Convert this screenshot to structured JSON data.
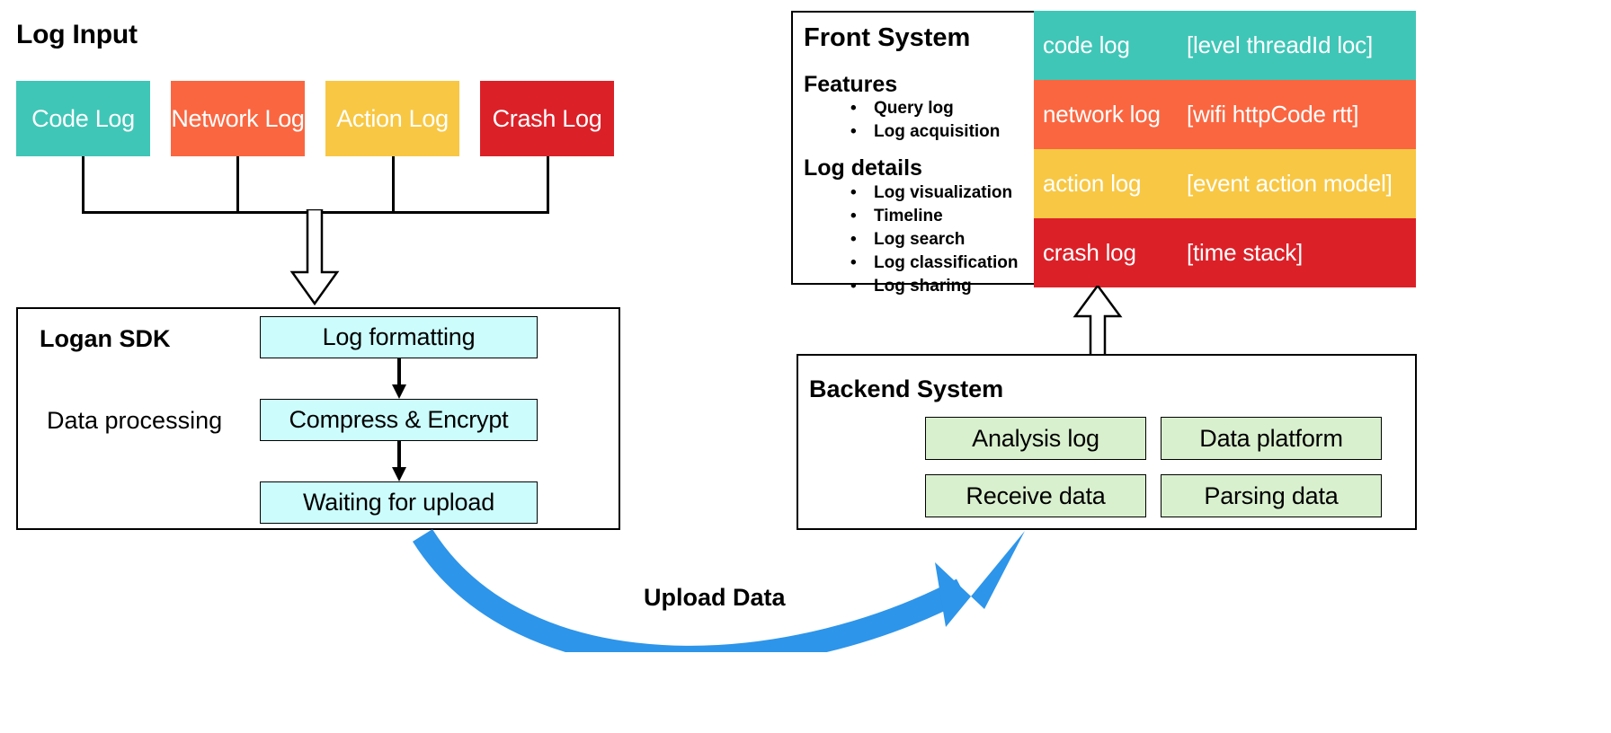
{
  "log_input": {
    "title": "Log Input",
    "chips": [
      {
        "label": "Code Log",
        "color": "#3fc6b7"
      },
      {
        "label": "Network Log",
        "color": "#fa6640"
      },
      {
        "label": "Action Log",
        "color": "#f8c743"
      },
      {
        "label": "Crash Log",
        "color": "#dc2028"
      }
    ]
  },
  "logan_sdk": {
    "title": "Logan SDK",
    "side_label": "Data processing",
    "steps": [
      {
        "label": "Log formatting"
      },
      {
        "label": "Compress & Encrypt"
      },
      {
        "label": "Waiting for upload"
      }
    ]
  },
  "front_system": {
    "title": "Front System",
    "sections": [
      {
        "heading": "Features",
        "items": [
          "Query log",
          "Log acquisition"
        ]
      },
      {
        "heading": "Log details",
        "items": [
          "Log visualization",
          "Timeline",
          "Log search",
          "Log classification",
          "Log sharing"
        ]
      }
    ],
    "log_rows": [
      {
        "name": "code log",
        "tag": "[level threadId loc]",
        "color": "#3fc6b7"
      },
      {
        "name": "network log",
        "tag": "[wifi httpCode rtt]",
        "color": "#fa6640"
      },
      {
        "name": "action log",
        "tag": "[event action model]",
        "color": "#f8c743"
      },
      {
        "name": "crash log",
        "tag": "[time stack]",
        "color": "#dc2028"
      }
    ]
  },
  "backend_system": {
    "title": "Backend System",
    "boxes": [
      {
        "label": "Analysis log"
      },
      {
        "label": "Data platform"
      },
      {
        "label": "Receive data"
      },
      {
        "label": "Parsing data"
      }
    ]
  },
  "upload_arrow": {
    "label": "Upload Data",
    "color": "#2d95ea"
  },
  "bullet_glyph": "•"
}
